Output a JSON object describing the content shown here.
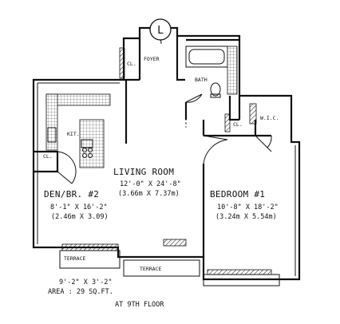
{
  "unit_marker": "L",
  "rooms": {
    "living": {
      "name": "LIVING ROOM",
      "dim_ft": "12'-0\" X 24'-8\"",
      "dim_m": "(3.66m X 7.37m)"
    },
    "bedroom": {
      "name": "BEDROOM #1",
      "dim_ft": "10'-8\" X 18'-2\"",
      "dim_m": "(3.24m X 5.54m)"
    },
    "den": {
      "name": "DEN/BR. #2",
      "dim_ft": "8'-1\" X 16'-2\"",
      "dim_m": "(2.46m X 3.09)"
    },
    "kitchen": {
      "name": "KIT."
    },
    "bath": {
      "name": "BATH"
    },
    "foyer": {
      "name": "FOYER"
    },
    "wic": {
      "name": "W.I.C."
    },
    "closet": {
      "name": "CL."
    }
  },
  "terrace": {
    "label": "TERRACE",
    "dim_ft": "9'-2\" X 3'-2\"",
    "area": "AREA : 29 SQ.FT."
  },
  "floor_note": "AT 9TH FLOOR"
}
